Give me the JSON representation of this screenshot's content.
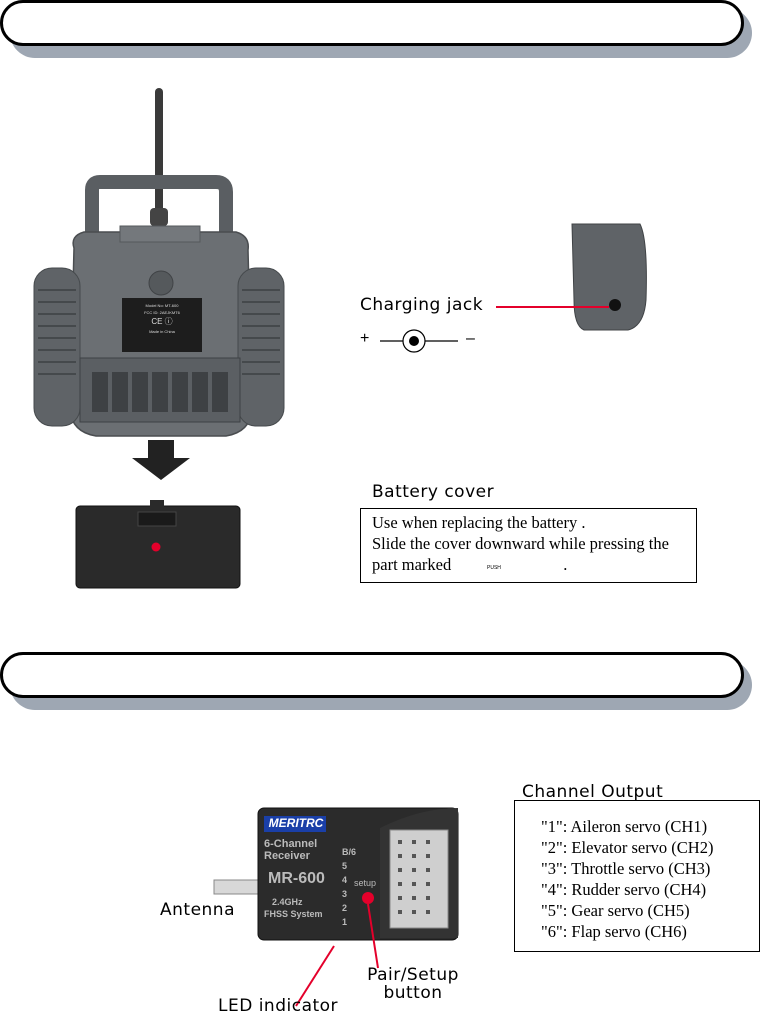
{
  "transmitter": {
    "label_lines": [
      "Model No: MT-600",
      "FCC ID: 2AEJKMT6"
    ],
    "ce_mark": "CE ⓘ",
    "made_in": "Made in China"
  },
  "charging": {
    "label": "Charging  jack",
    "plus": "+",
    "minus": "–"
  },
  "battery": {
    "title": "Battery  cover",
    "line1": "Use when replacing the battery .",
    "line2": "Slide the cover downward while pressing the",
    "line3_pre": "part marked",
    "line3_post": ".",
    "push_label": "PUSH"
  },
  "receiver": {
    "brand": "MERITRC",
    "channels_line1": "6-Channel",
    "channels_line2": "Receiver",
    "model": "MR-600",
    "freq": "2.4GHz",
    "system": "FHSS System",
    "pin_labels": [
      "B/6",
      "5",
      "4",
      "3",
      "2",
      "1"
    ],
    "setup": "setup",
    "antenna_label": "Antenna",
    "led_label": "LED   indicator",
    "pair_line1": "Pair/Setup",
    "pair_line2": "button"
  },
  "channel_output": {
    "title": "Channel  Output",
    "lines": [
      "\"1\": Aileron servo (CH1)",
      "\"2\": Elevator servo (CH2)",
      "\"3\": Throttle servo (CH3)",
      "\"4\": Rudder servo (CH4)",
      "\"5\": Gear  servo (CH5)",
      "\"6\":  Flap  servo (CH6)"
    ]
  },
  "colors": {
    "accent": "#e4002b",
    "body": "#6b6f73",
    "dark": "#2b2b2b",
    "banner_shadow": "#9ea7b3"
  }
}
